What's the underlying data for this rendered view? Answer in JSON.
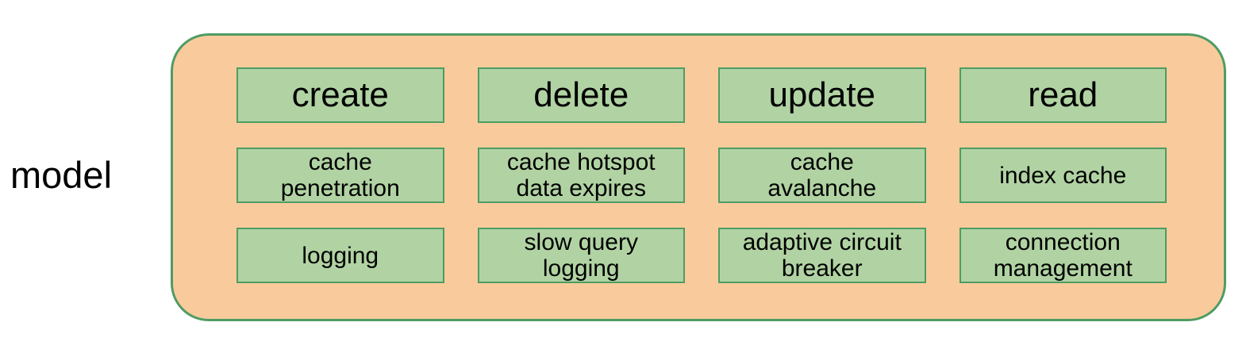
{
  "diagram": {
    "side_label": "model",
    "colors": {
      "container_fill": "#F9CB9C",
      "container_border": "#4E9C63",
      "box_fill": "#B1D3A3",
      "box_border": "#4E9C63",
      "text": "#000000"
    },
    "grid": {
      "rows": [
        {
          "cells": [
            "create",
            "delete",
            "update",
            "read"
          ]
        },
        {
          "cells": [
            "cache\npenetration",
            "cache hotspot\ndata expires",
            "cache\navalanche",
            "index cache"
          ]
        },
        {
          "cells": [
            "logging",
            "slow query\nlogging",
            "adaptive circuit\nbreaker",
            "connection\nmanagement"
          ]
        }
      ]
    }
  }
}
